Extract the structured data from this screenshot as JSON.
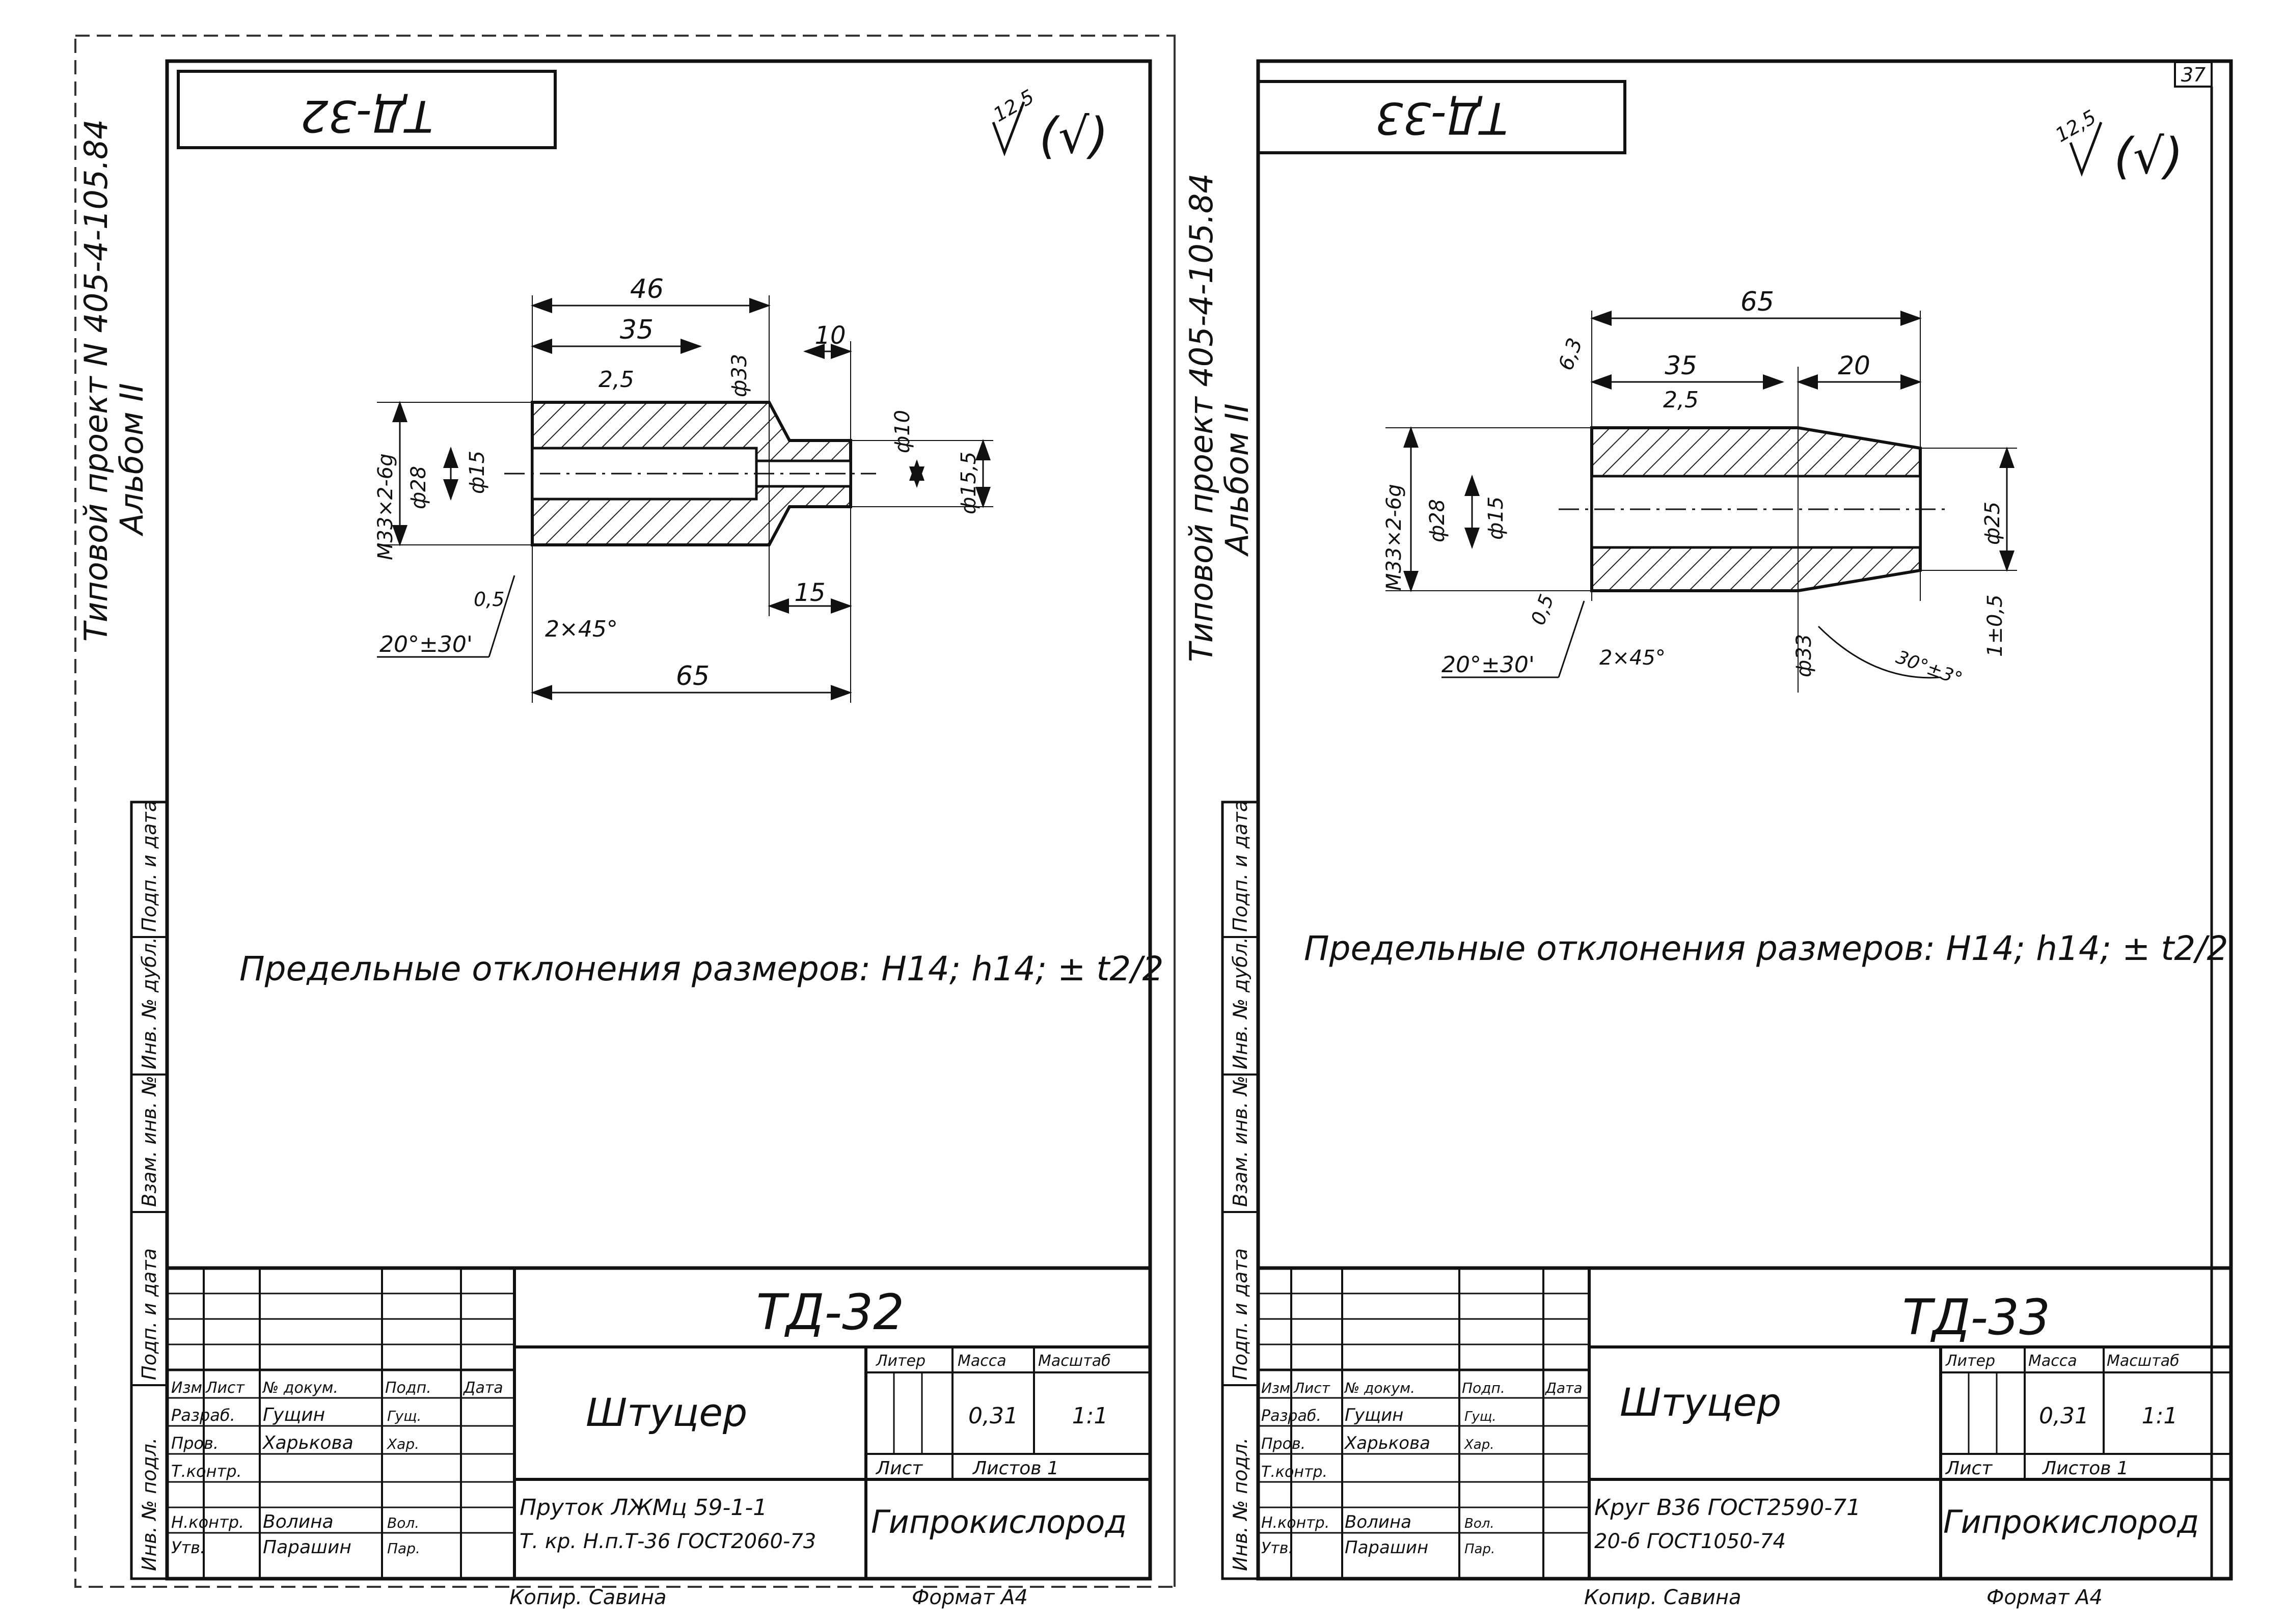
{
  "page_number": "37",
  "sheets": [
    {
      "id": "td32",
      "header_code": "ТД-32",
      "margin_note": "Типовой проект N 405-4-105.84",
      "margin_note_2": "Альбом II",
      "roughness": "12,5",
      "roughness_mark": "(√)",
      "drawing": {
        "dims": [
          "46",
          "35",
          "10",
          "2,5",
          "ф33",
          "ф10",
          "ф15,5",
          "М33×2-6g",
          "ф28",
          "ф15",
          "0,5",
          "2×45°",
          "20°±30'",
          "15",
          "65"
        ]
      },
      "note": "Предельные отклонения размеров: Н14; h14; ± t2/2",
      "side_labels": [
        "Подп. и дата",
        "Инв. № дубл.",
        "Взам. инв. №",
        "Подп. и дата",
        "Инв. № подл."
      ],
      "title_block": {
        "code": "ТД-32",
        "name": "Штуцер",
        "material_line1": "Пруток ЛЖМц 59-1-1",
        "material_line2": "Т. кр. Н.п.Т-36 ГОСТ2060-73",
        "company": "Гипрокислород",
        "headers": [
          "Изм",
          "Лист",
          "№ докум.",
          "Подп.",
          "Дата"
        ],
        "roles": [
          "Разраб.",
          "Пров.",
          "Т.контр.",
          "",
          "Н.контр.",
          "Утв."
        ],
        "names": [
          "Гущин",
          "Харькова",
          "",
          "",
          "Волина",
          "Парашин"
        ],
        "signatures": [
          "Гущ.",
          "Хар.",
          "",
          "",
          "Вол.",
          "Пар."
        ],
        "litera_label": "Литер",
        "mass_label": "Масса",
        "scale_label": "Масштаб",
        "mass": "0,31",
        "scale": "1:1",
        "sheet_label": "Лист",
        "sheets_label": "Листов 1",
        "copied_by": "Копир. Савина",
        "format": "Формат А4"
      }
    },
    {
      "id": "td33",
      "header_code": "ТД-33",
      "margin_note": "Типовой проект 405-4-105.84",
      "margin_note_2": "Альбом II",
      "roughness": "12,5",
      "roughness_mark": "(√)",
      "drawing": {
        "dims": [
          "65",
          "6,3",
          "35",
          "20",
          "2,5",
          "М33×2-6g",
          "ф28",
          "ф15",
          "ф25",
          "0,5",
          "2×45°",
          "20°±30'",
          "ф33",
          "30°±3°",
          "1±0,5"
        ]
      },
      "note": "Предельные отклонения размеров: Н14; h14; ± t2/2",
      "side_labels": [
        "Подп. и дата",
        "Инв. № дубл.",
        "Взам. инв. №",
        "Подп. и дата",
        "Инв. № подл."
      ],
      "title_block": {
        "code": "ТД-33",
        "name": "Штуцер",
        "material_line1": "Круг В36 ГОСТ2590-71",
        "material_line2": "20-б ГОСТ1050-74",
        "company": "Гипрокислород",
        "headers": [
          "Изм",
          "Лист",
          "№ докум.",
          "Подп.",
          "Дата"
        ],
        "roles": [
          "Разраб.",
          "Пров.",
          "Т.контр.",
          "",
          "Н.контр.",
          "Утв."
        ],
        "names": [
          "Гущин",
          "Харькова",
          "",
          "",
          "Волина",
          "Парашин"
        ],
        "signatures": [
          "Гущ.",
          "Хар.",
          "",
          "",
          "Вол.",
          "Пар."
        ],
        "litera_label": "Литер",
        "mass_label": "Масса",
        "scale_label": "Масштаб",
        "mass": "0,31",
        "scale": "1:1",
        "sheet_label": "Лист",
        "sheets_label": "Листов 1",
        "copied_by": "Копир. Савина",
        "format": "Формат А4"
      }
    }
  ]
}
